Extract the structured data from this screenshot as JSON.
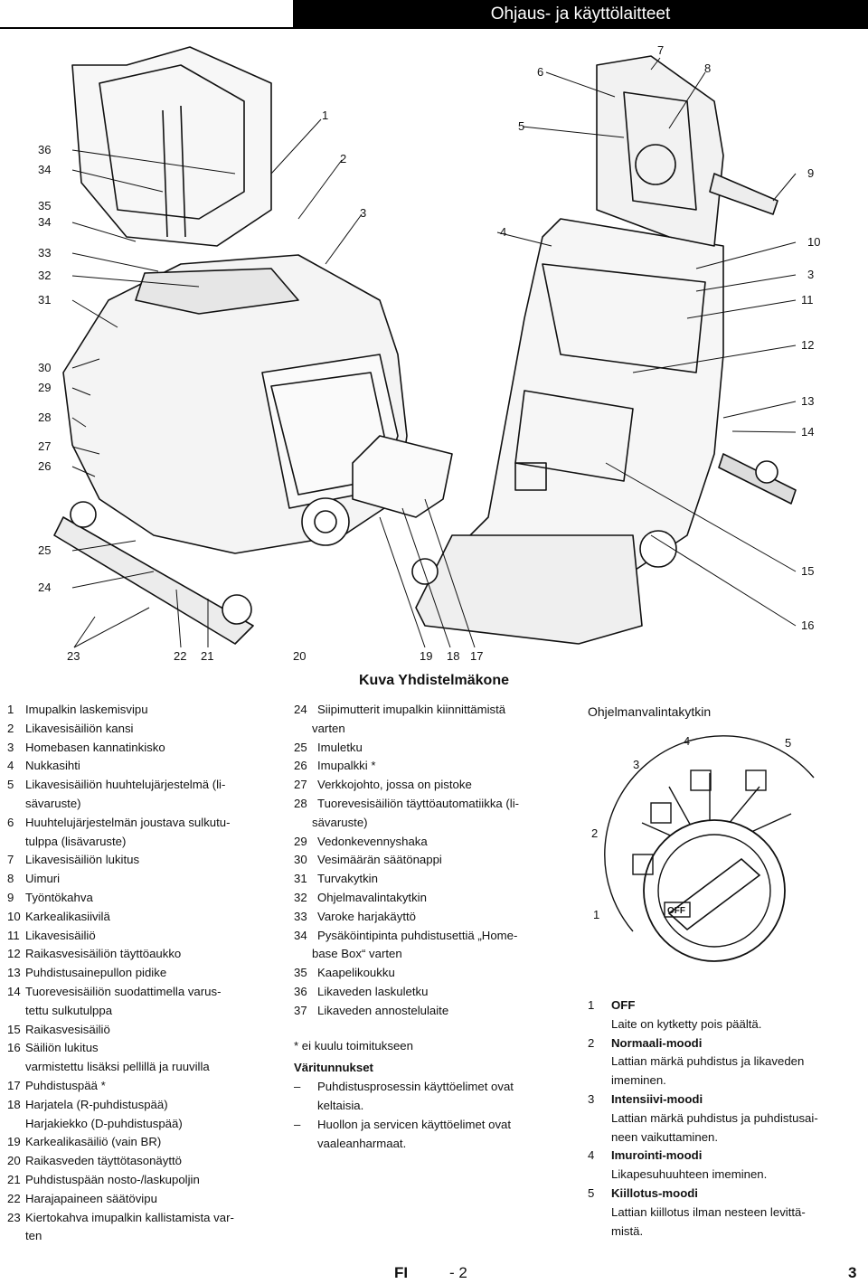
{
  "header": {
    "title": "Ohjaus- ja käyttölaitteet"
  },
  "figure": {
    "caption": "Kuva Yhdistelmäkone",
    "callouts_left": [
      "36",
      "34",
      "35",
      "34",
      "33",
      "32",
      "31",
      "30",
      "29",
      "28",
      "27",
      "26",
      "25",
      "24"
    ],
    "callouts_right": [
      "9",
      "10",
      "3",
      "11",
      "12",
      "13",
      "14",
      "15",
      "16"
    ],
    "callouts_top": [
      "1",
      "2",
      "3",
      "4",
      "5",
      "6",
      "7",
      "8"
    ],
    "callouts_bottom": [
      "23",
      "22",
      "21",
      "20",
      "19",
      "18",
      "17"
    ]
  },
  "legend_left": [
    {
      "n": "1",
      "t": [
        "Imupalkin laskemisvipu"
      ]
    },
    {
      "n": "2",
      "t": [
        "Likavesisäiliön kansi"
      ]
    },
    {
      "n": "3",
      "t": [
        "Homebasen kannatinkisko"
      ]
    },
    {
      "n": "4",
      "t": [
        "Nukkasihti"
      ]
    },
    {
      "n": "5",
      "t": [
        "Likavesisäiliön huuhtelujärjestelmä (li-",
        "sävaruste)"
      ]
    },
    {
      "n": "6",
      "t": [
        "Huuhtelujärjestelmän joustava sulkutu-",
        "tulppa (lisävaruste)"
      ]
    },
    {
      "n": "7",
      "t": [
        "Likavesisäiliön lukitus"
      ]
    },
    {
      "n": "8",
      "t": [
        "Uimuri"
      ]
    },
    {
      "n": "9",
      "t": [
        "Työntökahva"
      ]
    },
    {
      "n": "10",
      "t": [
        "Karkealikasiivilä"
      ]
    },
    {
      "n": "11",
      "t": [
        "Likavesisäiliö"
      ]
    },
    {
      "n": "12",
      "t": [
        "Raikasvesisäiliön täyttöaukko"
      ]
    },
    {
      "n": "13",
      "t": [
        "Puhdistusainepullon pidike"
      ]
    },
    {
      "n": "14",
      "t": [
        "Tuorevesisäiliön suodattimella varus-",
        "tettu sulkutulppa"
      ]
    },
    {
      "n": "15",
      "t": [
        "Raikasvesisäiliö"
      ]
    },
    {
      "n": "16",
      "t": [
        "Säiliön lukitus",
        "varmistettu lisäksi pellillä ja ruuvilla"
      ]
    },
    {
      "n": "17",
      "t": [
        "Puhdistuspää *"
      ]
    },
    {
      "n": "18",
      "t": [
        "Harjatela (R-puhdistuspää)",
        "Harjakiekko (D-puhdistuspää)"
      ]
    },
    {
      "n": "19",
      "t": [
        "Karkealikasäiliö (vain BR)"
      ]
    },
    {
      "n": "20",
      "t": [
        "Raikasveden täyttötasonäyttö"
      ]
    },
    {
      "n": "21",
      "t": [
        "Puhdistuspään nosto-/laskupoljin"
      ]
    },
    {
      "n": "22",
      "t": [
        "Harajapaineen säätövipu"
      ]
    },
    {
      "n": "23",
      "t": [
        "Kiertokahva imupalkin kallistamista var-",
        "ten"
      ]
    }
  ],
  "legend_right": [
    {
      "n": "24",
      "t": [
        "Siipimutterit imupalkin kiinnittämistä",
        "varten"
      ]
    },
    {
      "n": "25",
      "t": [
        "Imuletku"
      ]
    },
    {
      "n": "26",
      "t": [
        "Imupalkki *"
      ]
    },
    {
      "n": "27",
      "t": [
        "Verkkojohto, jossa on pistoke"
      ]
    },
    {
      "n": "28",
      "t": [
        "Tuorevesisäiliön täyttöautomatiikka (li-",
        "sävaruste)"
      ]
    },
    {
      "n": "29",
      "t": [
        "Vedonkevennyshaka"
      ]
    },
    {
      "n": "30",
      "t": [
        "Vesimäärän säätönappi"
      ]
    },
    {
      "n": "31",
      "t": [
        "Turvakytkin"
      ]
    },
    {
      "n": "32",
      "t": [
        "Ohjelmavalintakytkin"
      ]
    },
    {
      "n": "33",
      "t": [
        "Varoke harjakäyttö"
      ]
    },
    {
      "n": "34",
      "t": [
        "Pysäköintipinta puhdistusettiä „Home-",
        "base Box“ varten"
      ]
    },
    {
      "n": "35",
      "t": [
        "Kaapelikoukku"
      ]
    },
    {
      "n": "36",
      "t": [
        "Likaveden laskuletku"
      ]
    },
    {
      "n": "37",
      "t": [
        "Likaveden annostelulaite"
      ]
    }
  ],
  "notes": {
    "footnote": "* ei kuulu toimitukseen",
    "colors_title": "Väritunnukset",
    "colors_items": [
      [
        "Puhdistusprosessin käyttöelimet ovat",
        "keltaisia."
      ],
      [
        "Huollon ja servicen käyttöelimet ovat",
        "vaaleanharmaat."
      ]
    ]
  },
  "selector": {
    "title": "Ohjelmanvalintakytkin",
    "dial_numbers": [
      "1",
      "2",
      "3",
      "4",
      "5"
    ],
    "off_label": "OFF",
    "modes": [
      {
        "n": "1",
        "name": "OFF",
        "desc": [
          "Laite on kytketty pois päältä."
        ]
      },
      {
        "n": "2",
        "name": "Normaali-moodi",
        "desc": [
          "Lattian märkä puhdistus ja likaveden",
          "imeminen."
        ]
      },
      {
        "n": "3",
        "name": "Intensiivi-moodi",
        "desc": [
          "Lattian märkä puhdistus ja puhdistusai-",
          "neen vaikuttaminen."
        ]
      },
      {
        "n": "4",
        "name": "Imurointi-moodi",
        "desc": [
          "Likapesuhuuhteen imeminen."
        ]
      },
      {
        "n": "5",
        "name": "Kiillotus-moodi",
        "desc": [
          "Lattian kiillotus ilman nesteen levittä-",
          "mistä."
        ]
      }
    ]
  },
  "footer": {
    "lang": "FI",
    "page": "- 2",
    "page_num": "3"
  }
}
